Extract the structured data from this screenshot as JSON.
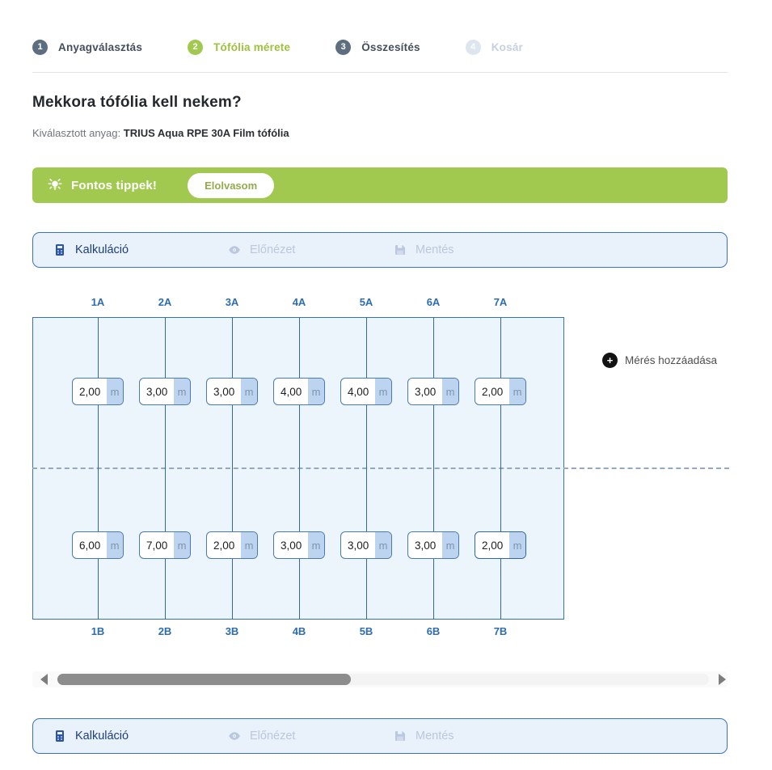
{
  "stepper": {
    "steps": [
      {
        "number": "1",
        "label": "Anyagválasztás",
        "state": "done"
      },
      {
        "number": "2",
        "label": "Tófólia mérete",
        "state": "active"
      },
      {
        "number": "3",
        "label": "Összesítés",
        "state": "done"
      },
      {
        "number": "4",
        "label": "Kosár",
        "state": "disabled"
      }
    ]
  },
  "page": {
    "title": "Mekkora tófólia kell nekem?",
    "selected_material_label": "Kiválasztott anyag:",
    "selected_material_value": "TRIUS Aqua RPE 30A Film tófólia"
  },
  "tips_banner": {
    "icon": "lightbulb-icon",
    "label": "Fontos tippek!",
    "button_label": "Elolvasom"
  },
  "toolbar": {
    "items": [
      {
        "label": "Kalkuláció",
        "icon": "calculator-icon",
        "enabled": true
      },
      {
        "label": "Előnézet",
        "icon": "eye-icon",
        "enabled": false
      },
      {
        "label": "Mentés",
        "icon": "save-icon",
        "enabled": false
      }
    ]
  },
  "measurements": {
    "unit": "m",
    "columns": [
      {
        "top_label": "1A",
        "top_value": "2,00",
        "bottom_label": "1B",
        "bottom_value": "6,00"
      },
      {
        "top_label": "2A",
        "top_value": "3,00",
        "bottom_label": "2B",
        "bottom_value": "7,00"
      },
      {
        "top_label": "3A",
        "top_value": "3,00",
        "bottom_label": "3B",
        "bottom_value": "2,00"
      },
      {
        "top_label": "4A",
        "top_value": "4,00",
        "bottom_label": "4B",
        "bottom_value": "3,00"
      },
      {
        "top_label": "5A",
        "top_value": "4,00",
        "bottom_label": "5B",
        "bottom_value": "3,00"
      },
      {
        "top_label": "6A",
        "top_value": "3,00",
        "bottom_label": "6B",
        "bottom_value": "3,00"
      },
      {
        "top_label": "7A",
        "top_value": "2,00",
        "bottom_label": "7B",
        "bottom_value": "2,00",
        "bottom_focused": true
      }
    ],
    "add_button_icon": "plus-icon",
    "add_button_label": "Mérés hozzáadása"
  },
  "colors": {
    "accent_green": "#a2c94f",
    "primary_blue": "#2e6cb0",
    "toolbar_bg": "#e9f1fa",
    "toolbar_border": "#3a71c0",
    "panel_bg": "#ecf4fc",
    "panel_border": "#3a72ad",
    "unit_bg": "#bdd4f1",
    "disabled_text": "#bac7de",
    "step_done": "#5e6e81",
    "step_disabled": "#dde5ef"
  }
}
